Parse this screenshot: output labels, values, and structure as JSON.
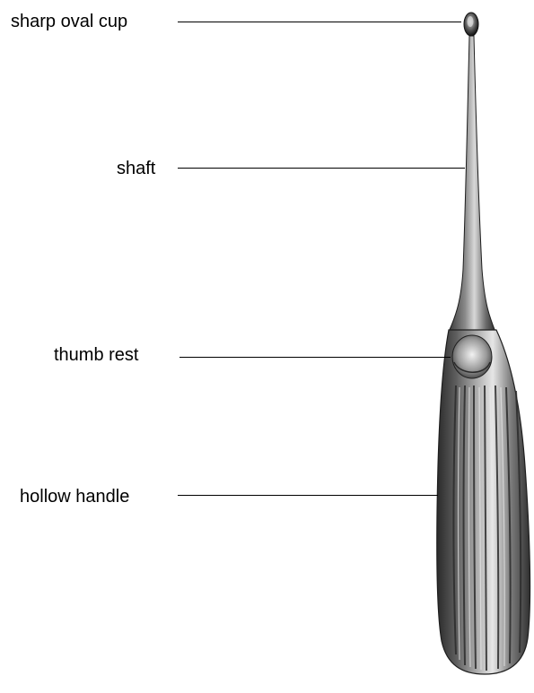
{
  "diagram": {
    "labels": {
      "cup": "sharp oval cup",
      "shaft": "shaft",
      "thumb_rest": "thumb rest",
      "handle": "hollow handle"
    }
  }
}
